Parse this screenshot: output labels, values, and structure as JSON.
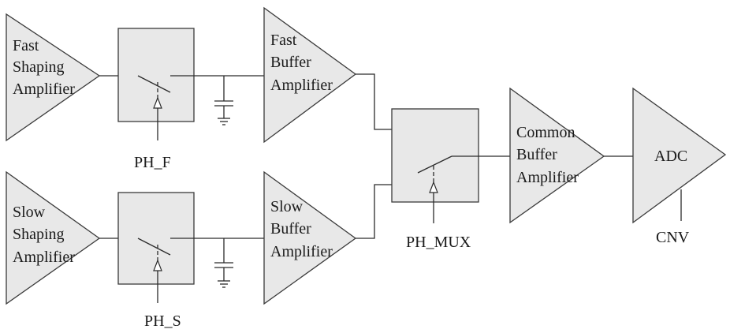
{
  "blocks": {
    "fast_shaping": [
      "Fast",
      "Shaping",
      "Amplifier"
    ],
    "slow_shaping": [
      "Slow",
      "Shaping",
      "Amplifier"
    ],
    "fast_buffer": [
      "Fast",
      "Buffer",
      "Amplifier"
    ],
    "slow_buffer": [
      "Slow",
      "Buffer",
      "Amplifier"
    ],
    "common_buffer": [
      "Common",
      "Buffer",
      "Amplifier"
    ],
    "adc": "ADC"
  },
  "signals": {
    "ph_f": "PH_F",
    "ph_s": "PH_S",
    "ph_mux": "PH_MUX",
    "cnv": "CNV"
  }
}
